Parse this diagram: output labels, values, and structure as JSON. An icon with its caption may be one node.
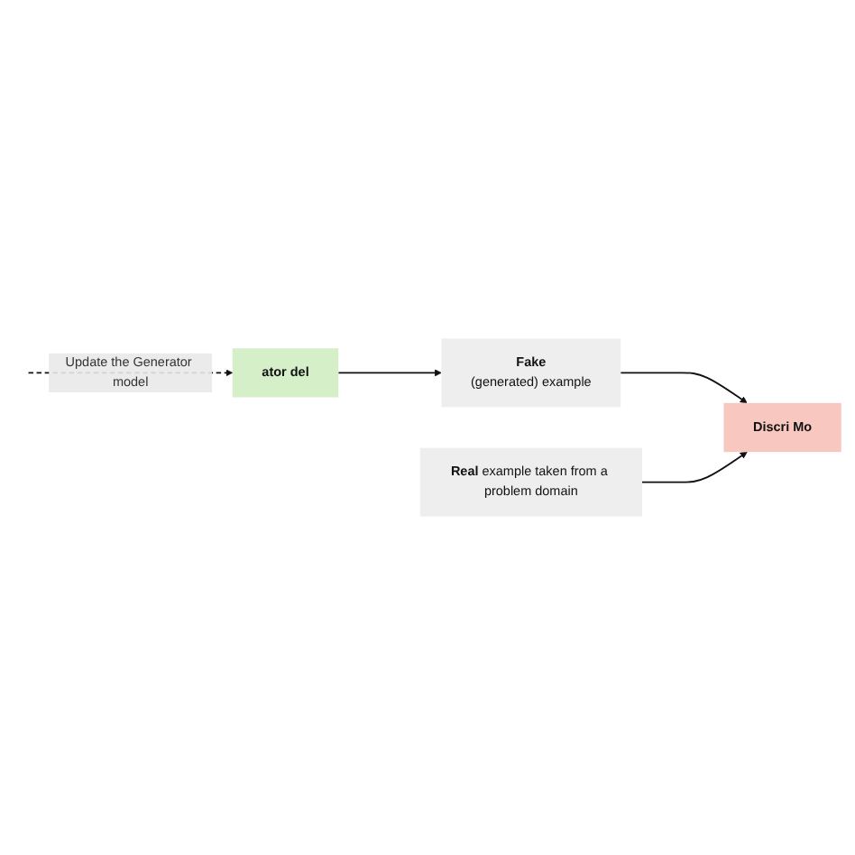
{
  "diagram": {
    "nodes": [
      {
        "text": [
          "ator del"
        ]
      },
      {
        "text": [
          "Fake",
          "(generated) example"
        ]
      },
      {
        "text": [
          "**Real** example taken from a problem domain"
        ]
      },
      {
        "text": [
          "Discri Mo"
        ]
      }
    ],
    "edges": [
      {
        "from": 0,
        "to": 1,
        "arrow": "to"
      },
      {
        "from": 1,
        "to": 3,
        "arrow": "to"
      },
      {
        "from": 2,
        "to": 3,
        "arrow": "to"
      },
      {
        "from": null,
        "to": 0,
        "arrow": "to",
        "label": "Update the Generator model",
        "style": "dashed"
      }
    ]
  }
}
